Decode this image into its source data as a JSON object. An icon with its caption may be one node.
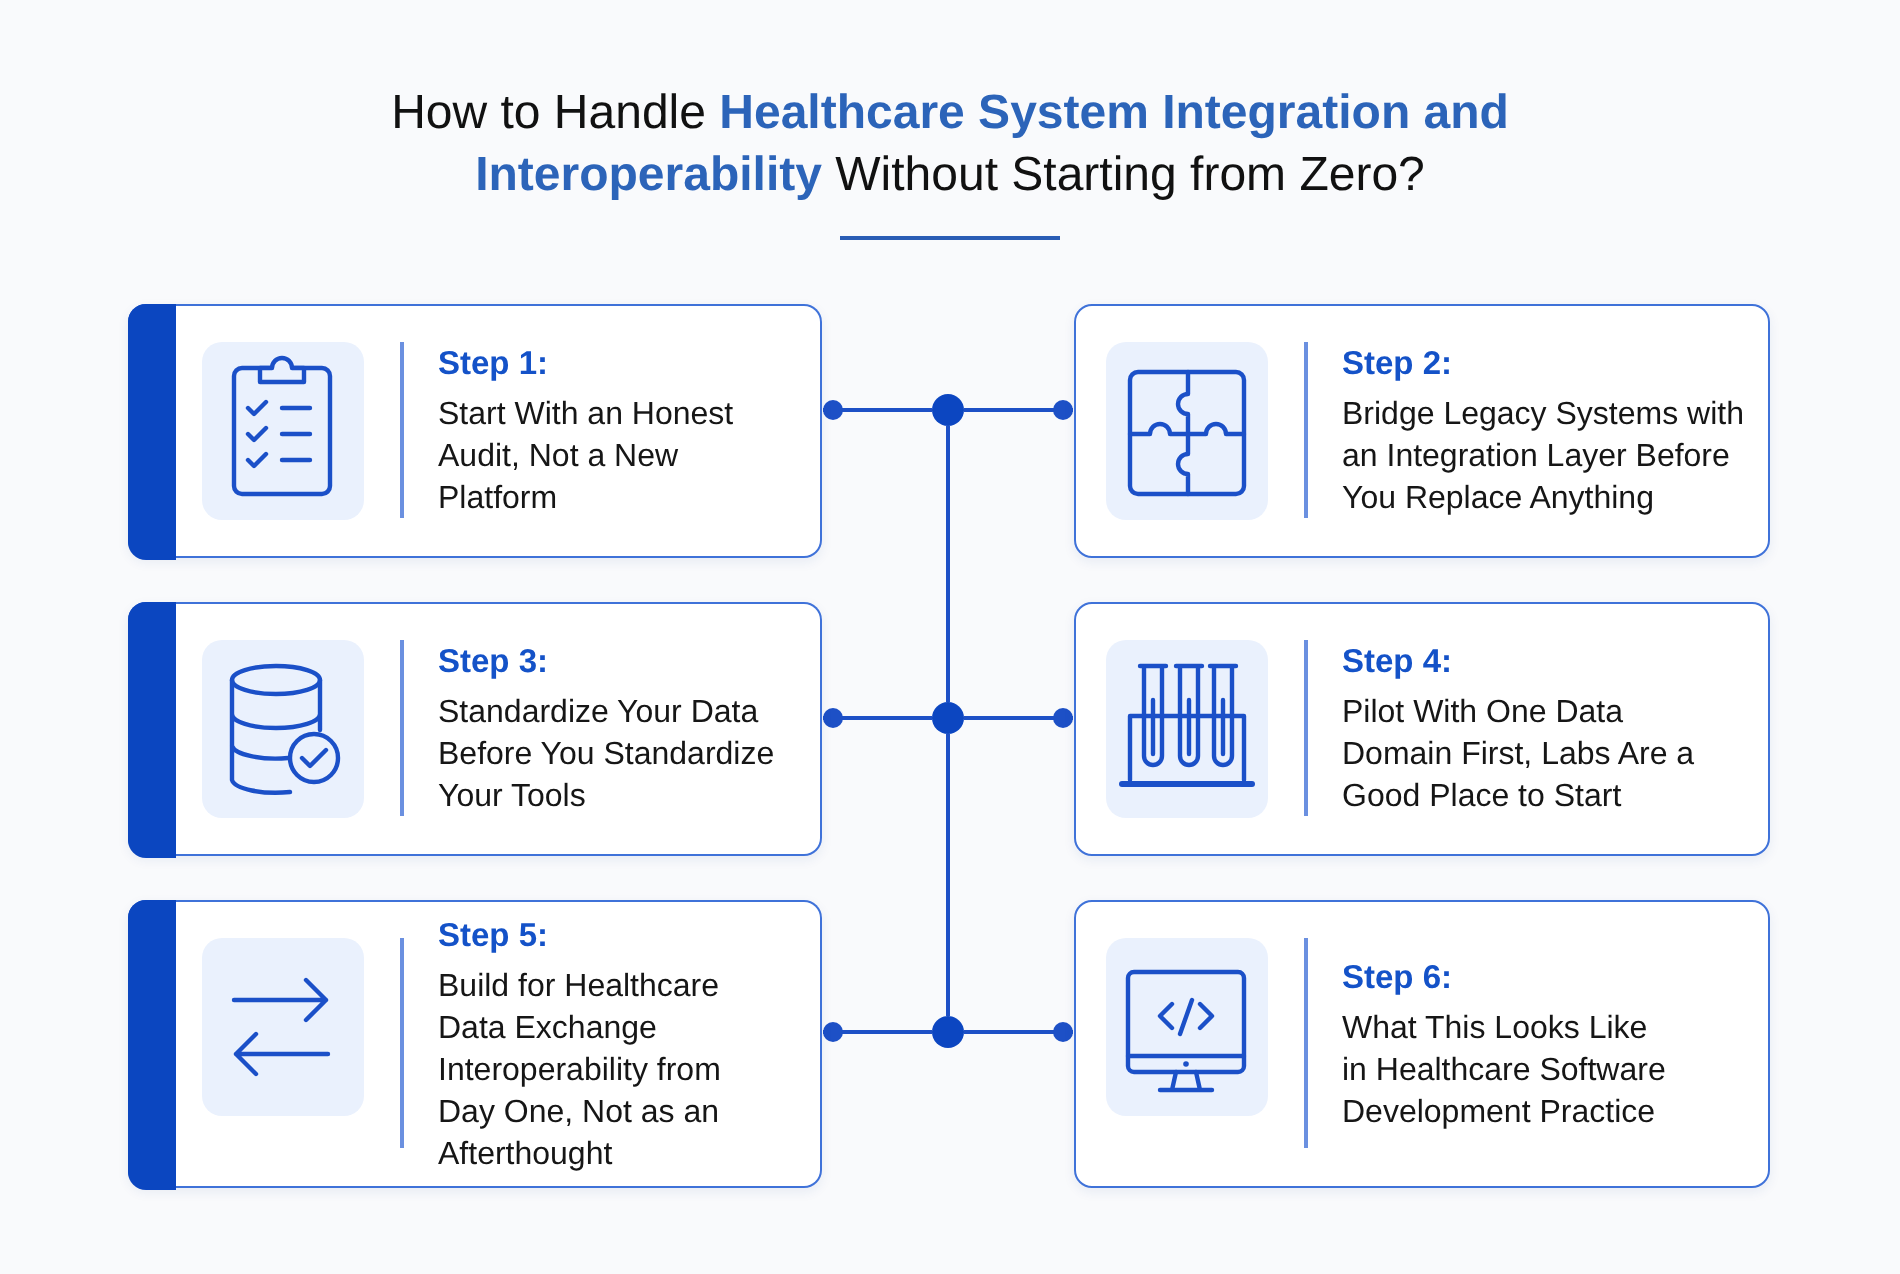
{
  "diagram": {
    "title": "How to Handle **Healthcare System Integration and Interoperability** Without Starting from Zero?",
    "nodes": [
      {
        "text": [
          "Step 1:",
          "Start With an Honest Audit, Not a New Platform"
        ]
      },
      {
        "text": [],
        "shape": "circle"
      },
      {
        "text": [
          "Step 2:",
          "Bridge Legacy Systems with an Integration Layer Before You Replace Anything"
        ]
      },
      {
        "text": [
          "Step 3:",
          "Standardize Your Data Before You Standardize Your Tools"
        ]
      },
      {
        "text": [],
        "shape": "circle"
      },
      {
        "text": [
          "Step 4:",
          "Pilot With One Data Domain First, Labs Are a Good Place to Start"
        ]
      },
      {
        "text": [
          "Step 5:",
          "Build for Healthcare Data Exchange Interoperability from Day One, Not as an Afterthought"
        ]
      },
      {
        "text": [],
        "shape": "circle"
      },
      {
        "text": [
          "Step 6:",
          "What This Looks Like in Healthcare Software Development Practice"
        ]
      }
    ],
    "edges": [
      {
        "from": 1,
        "to": 0,
        "arrow": "other"
      },
      {
        "from": 1,
        "to": 2,
        "arrow": "other"
      },
      {
        "from": 1,
        "to": 4,
        "arrow": "none"
      },
      {
        "from": 4,
        "to": 3,
        "arrow": "other"
      },
      {
        "from": 4,
        "to": 5,
        "arrow": "other"
      },
      {
        "from": 4,
        "to": 7,
        "arrow": "none"
      },
      {
        "from": 7,
        "to": 6,
        "arrow": "other"
      },
      {
        "from": 7,
        "to": 8,
        "arrow": "other"
      }
    ]
  }
}
